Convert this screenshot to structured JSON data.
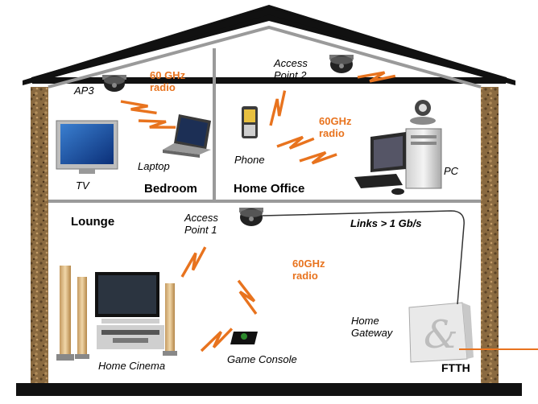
{
  "rooms": {
    "bedroom": "Bedroom",
    "home_office": "Home Office",
    "lounge": "Lounge"
  },
  "devices": {
    "ap3": "AP3",
    "tv": "TV",
    "laptop": "Laptop",
    "access_point_2": [
      "Access",
      "Point 2"
    ],
    "phone": "Phone",
    "pc": "PC",
    "access_point_1": [
      "Access",
      "Point 1"
    ],
    "home_cinema": "Home Cinema",
    "game_console": "Game Console",
    "home_gateway": [
      "Home",
      "Gateway"
    ],
    "ftth": "FTTH"
  },
  "radio_labels": {
    "bedroom": [
      "60 GHz",
      "radio"
    ],
    "office": [
      "60GHz",
      "radio"
    ],
    "lounge": [
      "60GHz",
      "radio"
    ]
  },
  "links_label": "Links > 1 Gb/s",
  "colors": {
    "radio_orange": "#e8731e",
    "wall_brown": "#8a6a40",
    "roof_black": "#111111",
    "floor_gray": "#9a9a9a"
  }
}
